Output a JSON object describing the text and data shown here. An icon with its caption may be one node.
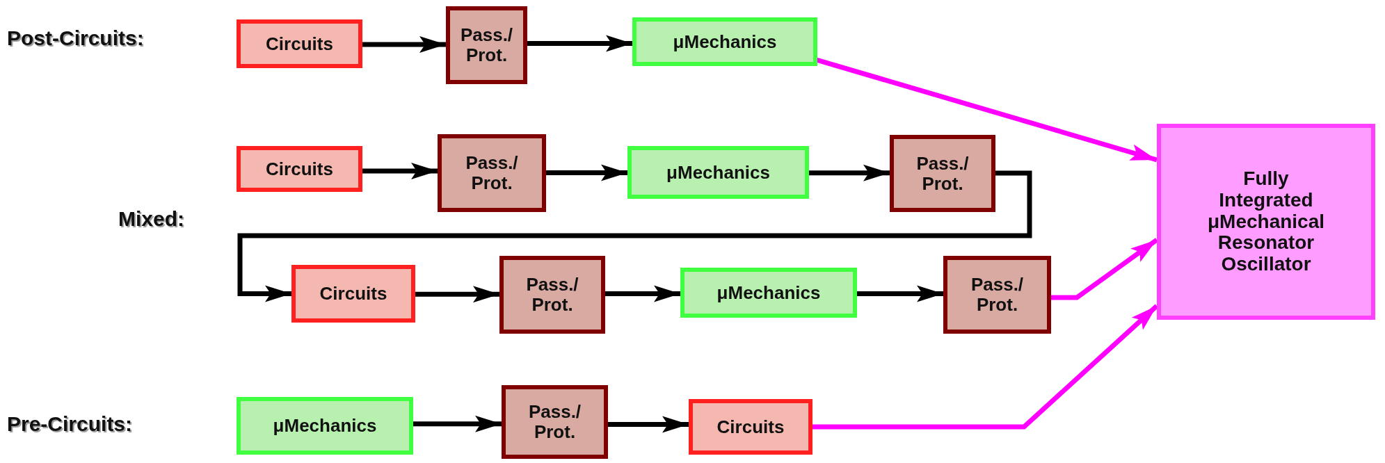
{
  "diagram": {
    "nodes": [
      {
        "text": [
          "Circuits"
        ]
      },
      {
        "text": [
          "Pass./ Prot."
        ]
      },
      {
        "text": [
          "μMechanics"
        ]
      },
      {
        "text": [
          "Fully Integrated μMechanical Resonator Oscillator"
        ]
      },
      {
        "text": [
          "Circuits"
        ]
      },
      {
        "text": [
          "Pass./ Prot."
        ]
      },
      {
        "text": [
          "μMechanics"
        ]
      },
      {
        "text": [
          "Pass./ Prot."
        ]
      },
      {
        "text": [
          "Circuits"
        ]
      },
      {
        "text": [
          "Pass./ Prot."
        ]
      },
      {
        "text": [
          "μMechanics"
        ]
      },
      {
        "text": [
          "Pass./ Prot."
        ]
      },
      {
        "text": [
          "μMechanics"
        ]
      },
      {
        "text": [
          "Pass./ Prot."
        ]
      },
      {
        "text": [
          "Circuits"
        ]
      }
    ],
    "edges": [
      {
        "from": 0,
        "to": 1,
        "arrow": "to"
      },
      {
        "from": 1,
        "to": 2,
        "arrow": "to"
      },
      {
        "from": 2,
        "to": 3,
        "arrow": "to",
        "color": "#ff00ff"
      },
      {
        "from": 4,
        "to": 5,
        "arrow": "to"
      },
      {
        "from": 5,
        "to": 6,
        "arrow": "to"
      },
      {
        "from": 6,
        "to": 7,
        "arrow": "to"
      },
      {
        "from": 7,
        "to": 8,
        "arrow": "to"
      },
      {
        "from": 8,
        "to": 9,
        "arrow": "to"
      },
      {
        "from": 9,
        "to": 10,
        "arrow": "to"
      },
      {
        "from": 10,
        "to": 11,
        "arrow": "to"
      },
      {
        "from": 11,
        "to": 3,
        "arrow": "to",
        "color": "#ff00ff"
      },
      {
        "from": 12,
        "to": 13,
        "arrow": "to"
      },
      {
        "from": 13,
        "to": 14,
        "arrow": "to"
      },
      {
        "from": 14,
        "to": 3,
        "arrow": "to",
        "color": "#ff00ff"
      }
    ],
    "labels": [
      "Post-Circuits:",
      "Mixed:",
      "Pre-Circuits:"
    ]
  }
}
